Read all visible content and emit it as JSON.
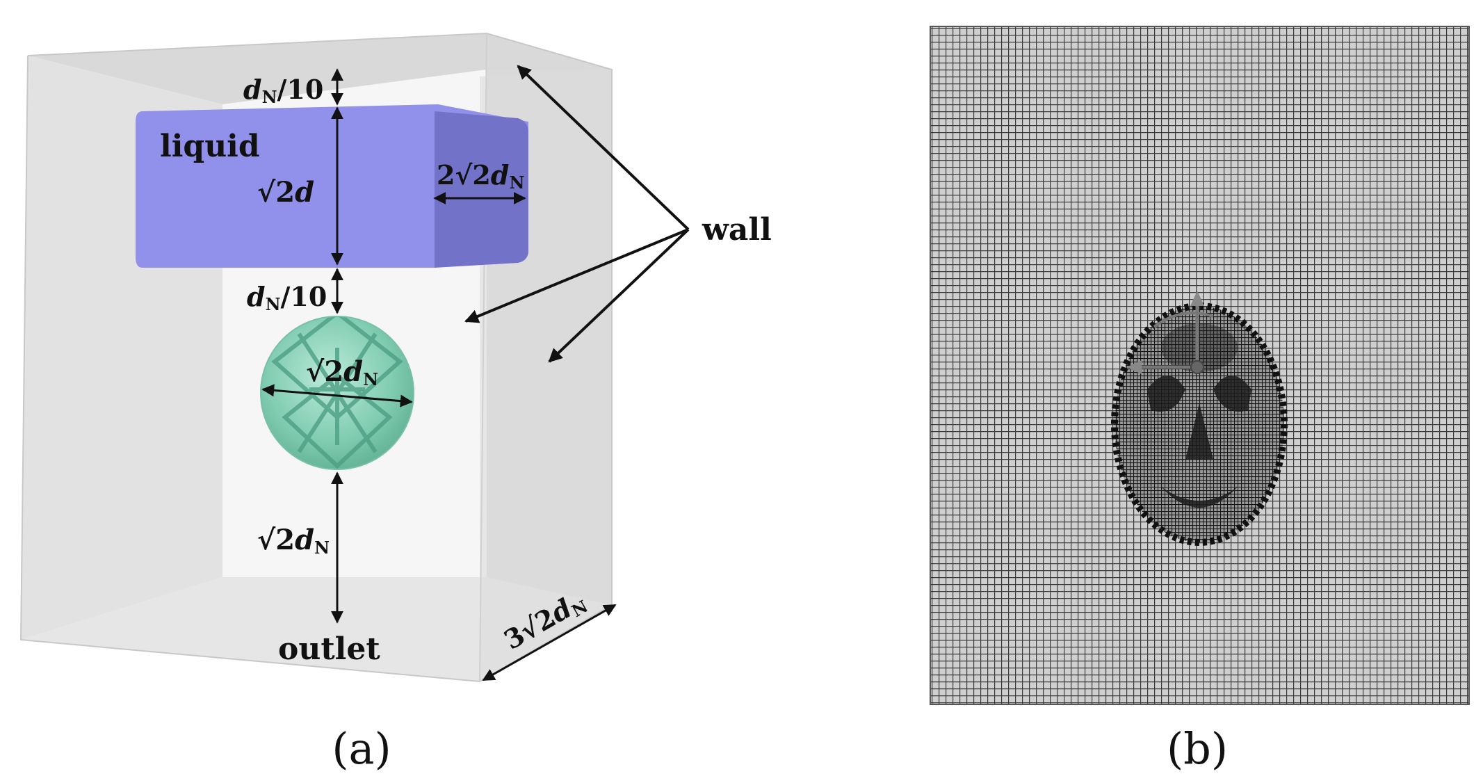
{
  "figure_a": {
    "caption": "(a)",
    "labels": {
      "liquid": "liquid",
      "wall": "wall",
      "outlet": "outlet",
      "gap_top": {
        "sym": "d",
        "sub": "N",
        "rest": "/10"
      },
      "gap_mid": {
        "sym": "d",
        "sub": "N",
        "rest": "/10"
      },
      "liquid_height": {
        "pre": "√2",
        "sym": "d"
      },
      "liquid_width": {
        "pre": "2√2",
        "sym": "d",
        "sub": "N"
      },
      "sphere_diameter": {
        "pre": "√2",
        "sym": "d",
        "sub": "N"
      },
      "bottom_gap": {
        "pre": "√2",
        "sym": "d",
        "sub": "N"
      },
      "box_depth": {
        "pre": "3√2",
        "sym": "d",
        "sub": "N"
      }
    },
    "colors": {
      "box_face": "#e3e3e3",
      "box_inner": "#f5f5f5",
      "liquid": "#8f8fea",
      "liquid_side": "#7373cc",
      "sphere": "#8fd8bf",
      "arrow": "#111111"
    }
  },
  "figure_b": {
    "caption": "(b)",
    "colors": {
      "mesh_background": "#cfcfcf",
      "mesh_lines": "#333333",
      "object": "#1a1a1a"
    }
  }
}
